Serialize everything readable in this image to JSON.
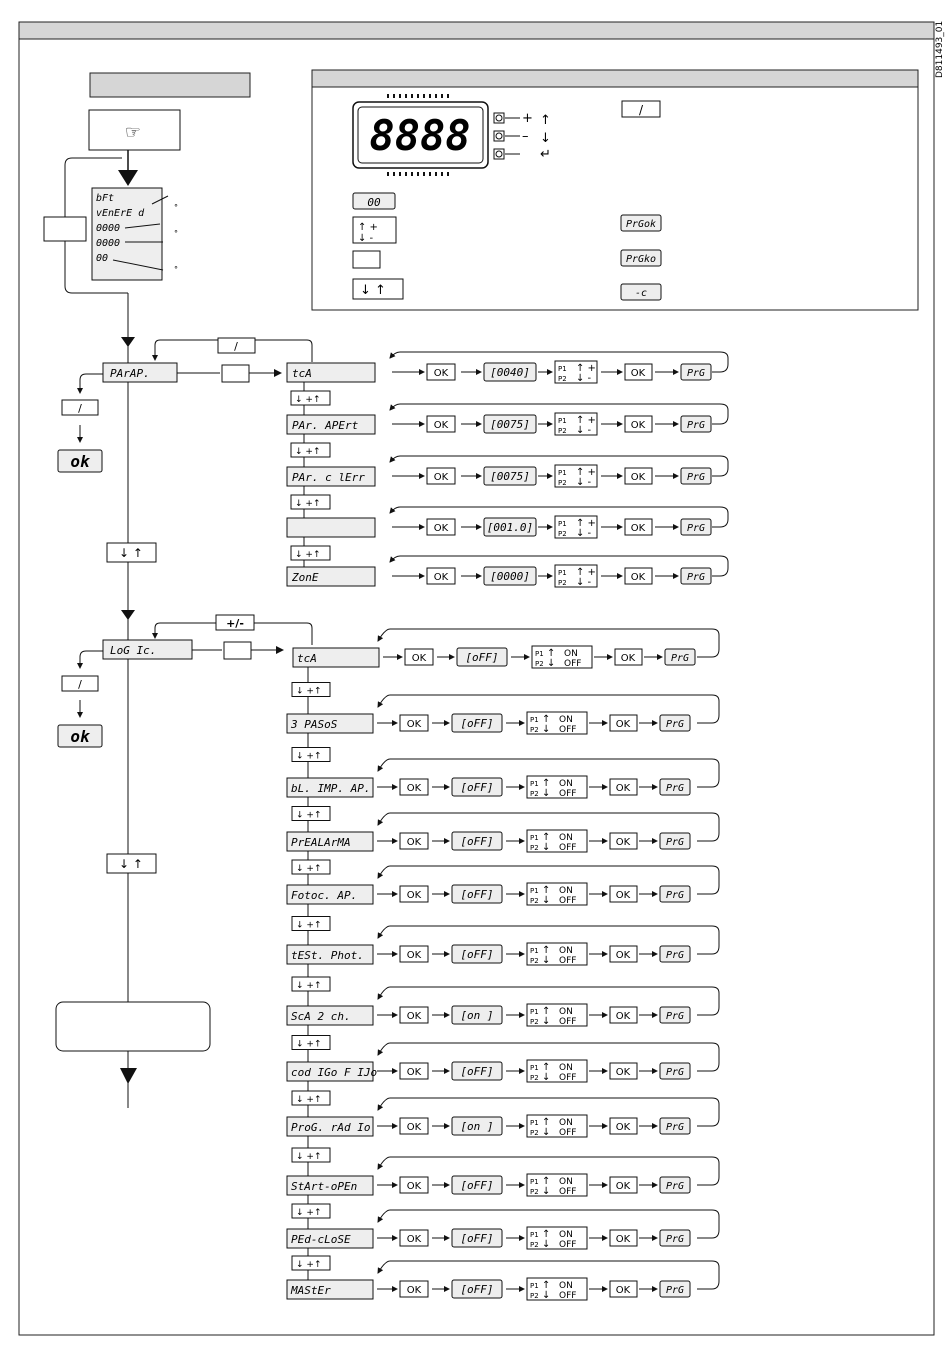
{
  "doc_id": "D811493_01",
  "display": {
    "digits": "8888",
    "plus_label": "+",
    "minus_label": "–"
  },
  "legend": {
    "slash_box": "/",
    "zero_box": "00",
    "prg_ok": "PrGok",
    "prg_ko": "PrGko",
    "dash_box": "-c"
  },
  "power_on": {
    "lines": [
      "bFt",
      "vEnErE d",
      "0000",
      "0000",
      "00"
    ]
  },
  "params": {
    "menu": "PArAP.",
    "nav_slash": "/",
    "exit_ok": "ok",
    "updown": "↓  ↑",
    "step": "↓ +↑",
    "ok": "OK",
    "prg": "PrG",
    "p1": "P1",
    "p2": "P2",
    "items": [
      {
        "label": "tcA",
        "value": "[0040]"
      },
      {
        "label": "PAr. APErt",
        "value": "[0075]"
      },
      {
        "label": "PAr. c lErr",
        "value": "[0075]"
      },
      {
        "label": "",
        "value": "[001.0]"
      },
      {
        "label": "ZonE",
        "value": "[0000]"
      }
    ]
  },
  "logic": {
    "menu": "LoG Ic.",
    "nav_pm": "+/-",
    "nav_slash": "/",
    "exit_ok": "ok",
    "updown": "↓  ↑",
    "on": "ON",
    "off": "OFF",
    "items": [
      {
        "label": "tcA",
        "value": "[oFF]"
      },
      {
        "label": "3 PASoS",
        "value": "[oFF]"
      },
      {
        "label": "bL. IMP. AP.",
        "value": "[oFF]"
      },
      {
        "label": "PrEALArMA",
        "value": "[oFF]"
      },
      {
        "label": "Fotoc. AP.",
        "value": "[oFF]"
      },
      {
        "label": "tESt. Phot.",
        "value": "[oFF]"
      },
      {
        "label": "ScA 2 ch.",
        "value": "[on ]"
      },
      {
        "label": "cod IGo F IJo",
        "value": "[oFF]"
      },
      {
        "label": "ProG. rAd Io",
        "value": "[on ]"
      },
      {
        "label": "StArt-oPEn",
        "value": "[oFF]"
      },
      {
        "label": "PEd-cLoSE",
        "value": "[oFF]"
      },
      {
        "label": "MAStEr",
        "value": "[oFF]"
      }
    ]
  }
}
